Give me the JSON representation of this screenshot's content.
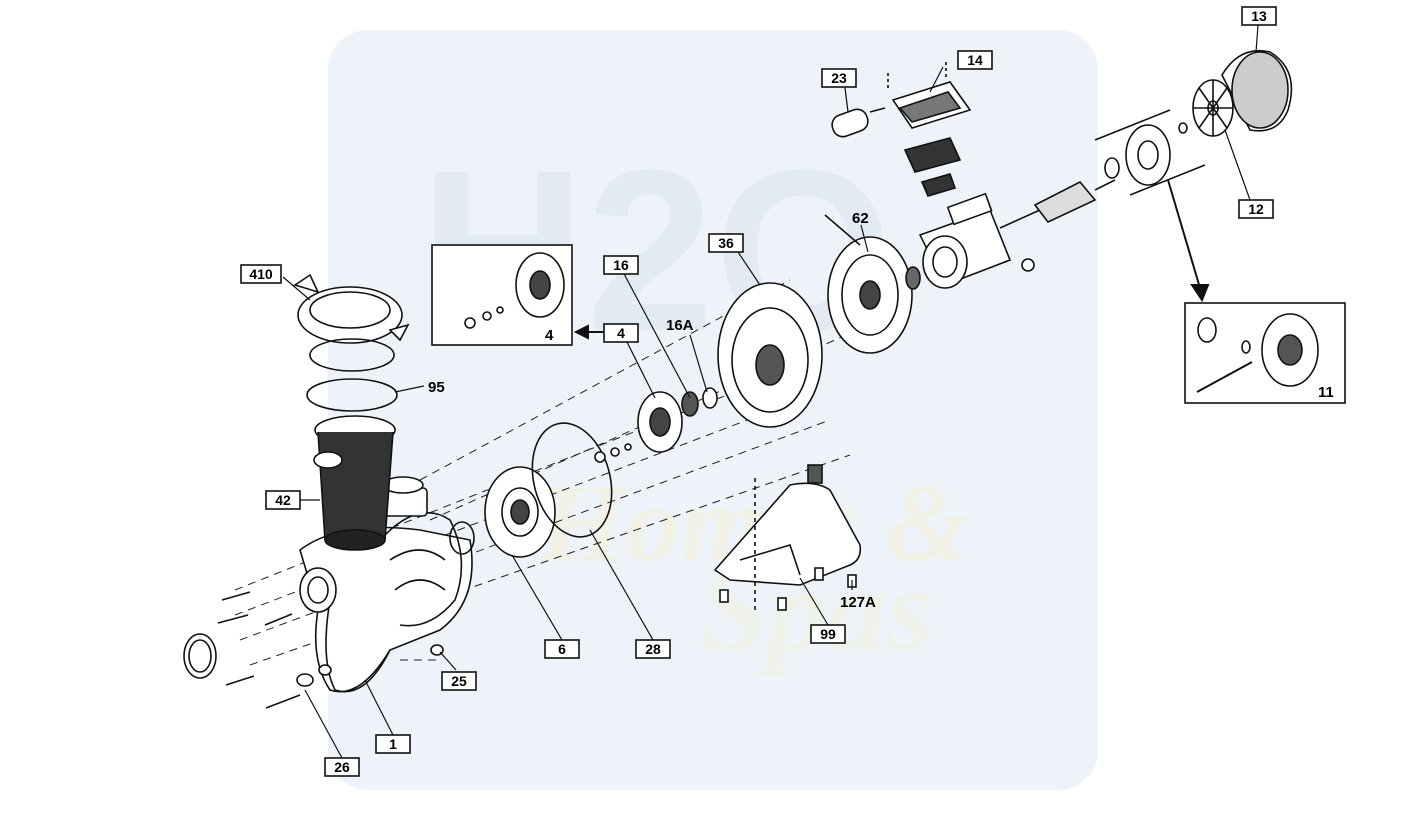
{
  "diagram": {
    "watermark": {
      "top": "H2O",
      "middle": "Homes &",
      "bottom": "Spas"
    },
    "boxed_labels": [
      {
        "id": "13",
        "text": "13"
      },
      {
        "id": "14",
        "text": "14"
      },
      {
        "id": "23",
        "text": "23"
      },
      {
        "id": "12",
        "text": "12"
      },
      {
        "id": "36",
        "text": "36"
      },
      {
        "id": "16",
        "text": "16"
      },
      {
        "id": "4",
        "text": "4"
      },
      {
        "id": "410",
        "text": "410"
      },
      {
        "id": "42",
        "text": "42"
      },
      {
        "id": "6",
        "text": "6"
      },
      {
        "id": "28",
        "text": "28"
      },
      {
        "id": "25",
        "text": "25"
      },
      {
        "id": "1",
        "text": "1"
      },
      {
        "id": "26",
        "text": "26"
      },
      {
        "id": "99",
        "text": "99"
      }
    ],
    "free_labels": [
      {
        "id": "62",
        "text": "62"
      },
      {
        "id": "16A",
        "text": "16A"
      },
      {
        "id": "95",
        "text": "95"
      },
      {
        "id": "127A",
        "text": "127A"
      },
      {
        "id": "4-detail",
        "text": "4"
      },
      {
        "id": "11",
        "text": "11"
      }
    ]
  },
  "colors": {
    "ink": "#111111",
    "watermark": "#e8eef6",
    "background": "#ffffff"
  }
}
